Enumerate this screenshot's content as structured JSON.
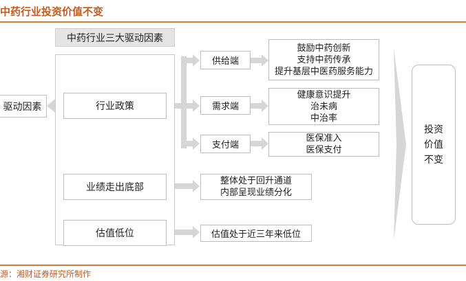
{
  "title": "中药行业投资价值不变",
  "source": "源：湘财证券研究所制作",
  "header_label": "中药行业三大驱动因素",
  "left_label": "驱动因素",
  "factors": {
    "policy": "行业政策",
    "performance": "业绩走出底部",
    "valuation": "估值低位"
  },
  "policy_ends": {
    "supply": {
      "label": "供给端",
      "details": [
        "鼓励中药创新",
        "支持中药传承",
        "提升基层中医药服务能力"
      ]
    },
    "demand": {
      "label": "需求端",
      "details": [
        "健康意识提升",
        "治未病",
        "中治率"
      ]
    },
    "payment": {
      "label": "支付端",
      "details": [
        "医保准入",
        "医保支付"
      ]
    }
  },
  "performance_details": [
    "整体处于回升通道",
    "内部呈现业绩分化"
  ],
  "valuation_detail": "估值处于近三年来低位",
  "conclusion": [
    "投资",
    "价值",
    "不变"
  ]
}
